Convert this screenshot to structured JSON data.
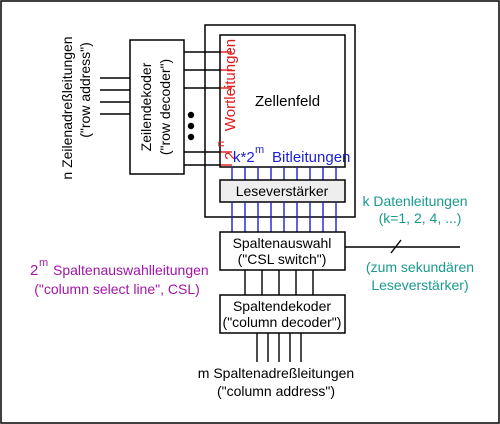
{
  "row_address": {
    "line1": "n Zeilenadreßleitungen",
    "line2": "(\"row address\")"
  },
  "row_decoder": {
    "line1": "Zeilendekoder",
    "line2": "(\"row decoder\")"
  },
  "cell_field": {
    "label": "Zellenfeld"
  },
  "word_lines": {
    "base": "2",
    "exponent": "n",
    "label": "Wortleitungen"
  },
  "bit_lines": {
    "prefix": "k*2",
    "exponent": "m",
    "label": "Bitleitungen"
  },
  "sense_amp": {
    "label": "Leseverstärker"
  },
  "data_lines": {
    "line1": "k Datenleitungen",
    "line2": "(k=1, 2, 4, ...)",
    "note1": "(zum sekundären",
    "note2": "Leseverstärker)"
  },
  "column_select": {
    "line1": "Spaltenauswahl",
    "line2": "(\"CSL switch\")"
  },
  "csl_lines": {
    "base": "2",
    "exponent": "m",
    "label": "Spaltenauswahlleitungen",
    "line2": "(\"column select line\", CSL)"
  },
  "column_decoder": {
    "line1": "Spaltendekoder",
    "line2": "(\"column decoder\")"
  },
  "column_address": {
    "line1": "m Spaltenadreßleitungen",
    "line2": "(\"column address\")"
  },
  "colors": {
    "word_line": "#e0191b",
    "bit_line": "#1b1fd6",
    "csl_label": "#a216a8",
    "data_label": "#1a9a8e",
    "sense_fill": "#eeeeee",
    "line": "#000000"
  }
}
